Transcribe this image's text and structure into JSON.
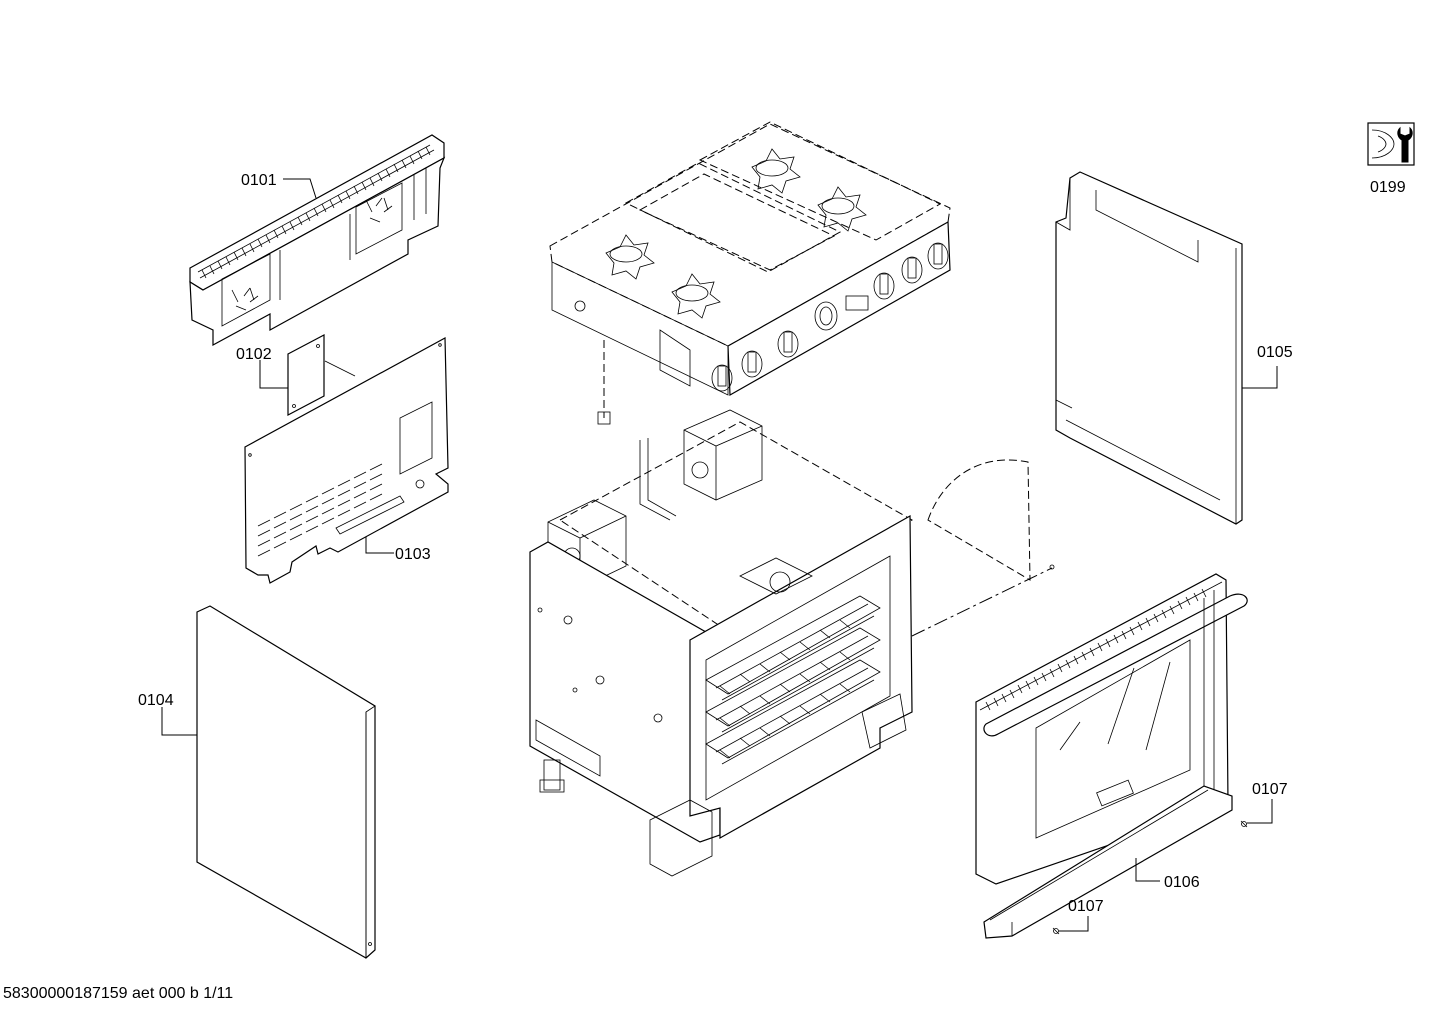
{
  "labels": {
    "p0101": "0101",
    "p0102": "0102",
    "p0103": "0103",
    "p0104": "0104",
    "p0105": "0105",
    "p0106": "0106",
    "p0107a": "0107",
    "p0107b": "0107",
    "p0199": "0199"
  },
  "footer": {
    "doc_id": "58300000187159 aet 000 b 1/11"
  },
  "icons": {
    "service_tool": "wrench-icon"
  }
}
